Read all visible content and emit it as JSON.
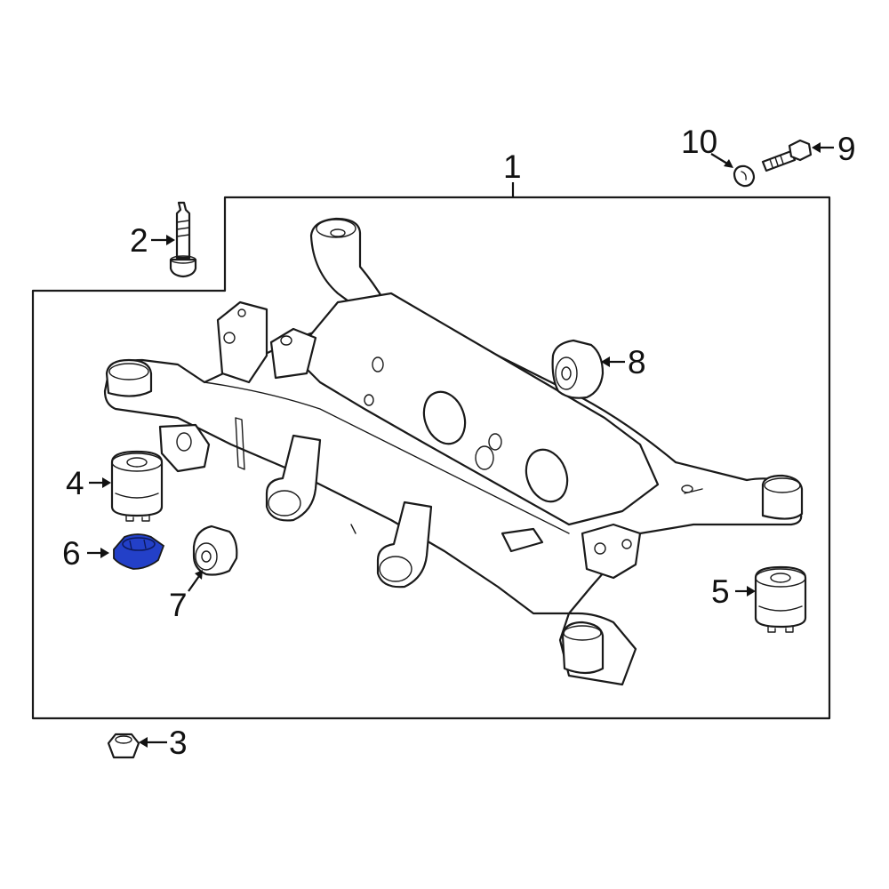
{
  "callouts": {
    "c1": "1",
    "c2": "2",
    "c3": "3",
    "c4": "4",
    "c5": "5",
    "c6": "6",
    "c7": "7",
    "c8": "8",
    "c9": "9",
    "c10": "10"
  },
  "colors": {
    "highlight_part": "#2340c8",
    "line": "#1a1a1a",
    "background": "#ffffff"
  },
  "highlighted_part": "6"
}
